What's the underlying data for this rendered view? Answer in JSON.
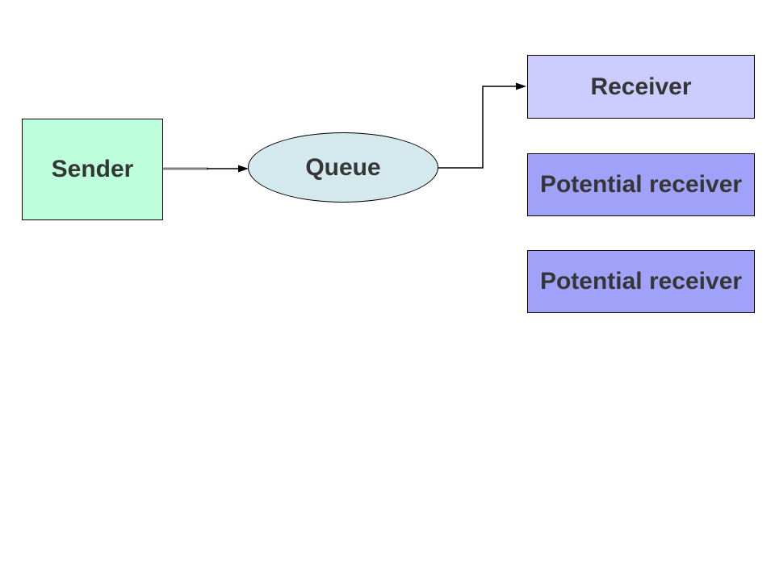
{
  "diagram": {
    "nodes": {
      "sender": {
        "label": "Sender",
        "shape": "rectangle",
        "fill": "#BDFFDC"
      },
      "queue": {
        "label": "Queue",
        "shape": "ellipse",
        "fill": "#D4E9ED"
      },
      "receiver": {
        "label": "Receiver",
        "shape": "rectangle",
        "fill": "#CCCCFF"
      },
      "potential_receiver_1": {
        "label": "Potential receiver",
        "shape": "rectangle",
        "fill": "#A0A2FA"
      },
      "potential_receiver_2": {
        "label": "Potential receiver",
        "shape": "rectangle",
        "fill": "#A0A2FA"
      }
    },
    "connectors": [
      {
        "from": "sender",
        "to": "queue",
        "type": "straight-arrow"
      },
      {
        "from": "queue",
        "to": "receiver",
        "type": "elbow-arrow"
      }
    ],
    "colors": {
      "background": "#FFFFFF",
      "node_border": "#000000",
      "node_text": "#363636",
      "connector_gray": "#808080",
      "connector_black": "#000000"
    }
  }
}
